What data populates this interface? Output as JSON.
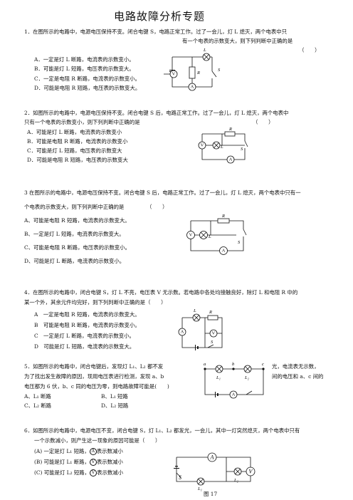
{
  "title": "电路故障分析专题",
  "q1": {
    "line1": "1．在图所示的电路中，电源电压保持不变。闭合电键 S，电路正常工作。过了一会儿，灯 L 熄灭，两个电表中只",
    "line2": "有一个电表的示数变大，则下列判断中正确的是",
    "paren": "（　　）",
    "options": [
      "A．一定是灯 L 断路，电流表的示数变小。",
      "B．可能是灯 L 短路，电压表的示数变大。",
      "C．一定是电阻 R 断路，电流表的示数变小。",
      "D．可能是电阻 R 短路，电压表的示数变大。"
    ]
  },
  "q2": {
    "line1": "2．如图所示的电路中，电源电压保持不变。闭合电键 S 后，电路正常工作。过了一会儿，灯 L 熄灭，两个电表中",
    "line2": "只有一个电表的示数变小，则下列判断中正确的是",
    "paren": "（　　）",
    "options": [
      "A．可能是灯 L 断路，电流表的示数变小",
      "B．可能是电阻 R 断路，电流表的示数变小",
      "C．可能是灯 L 短路，电压表的示数变大",
      "D．可能是电阻 R 短路，电压表的示数变大"
    ]
  },
  "q3": {
    "line1": "3 在图所示的电路中，电源电压保持不变。闭合电键 S 后，电路正常工作。过了一会儿，灯 L 熄灭，两个电表中只有一",
    "line2": "个电表的示数变大，则下列判断中正确的是",
    "paren": "（　　）",
    "options": [
      "A、可能是电阻 R 短路，电流表的示数变大。",
      "B、一定是灯 L 短路，电流表的示数变大。",
      "C、可能是电阻 R 断路，电压表的示数变小。",
      "D、可能是灯 L 断路，电流表的示数变小。"
    ]
  },
  "q4": {
    "line1": "4．在图所示的电路中，闭合电键 S，灯 L 不亮，电压表 V 无示数。若电路中各处均接触良好，除灯 L 和电阻 R 中的",
    "line2": "某一个外，其余元件均完好，则下列判断中正确的是（　　）",
    "options": [
      "A　一定是电阻 R 短路，电流表的示数变大。",
      "B　可能是电阻 R 断路，电流表的示数变小。",
      "C　一定是灯 L 断路，电流表的示数变小。",
      "D　可能是灯 L 短路，电流表的示数变大。"
    ]
  },
  "q5": {
    "line1a": "5．如图所示的电路中，闭合电键后，发现灯 L₁、L₂ 都不发",
    "line1b": "光，电流表无示数，",
    "line2a": "为了找出发生故障的原因，现用电压表进行检测，发现 a、b",
    "line2b": "间的电压和 a、c 间的",
    "line3": "电压都为 6 伏，b、c 同的电压为零，则电路故障可能是(　　)",
    "opt_a": "A、L₁ 断路",
    "opt_b": "B、L₁ 短路",
    "opt_c": "C、L₂ 断路",
    "opt_d": "D、L₂ 短路"
  },
  "q6": {
    "line1": "6．如图所示的电路中，电源电压不变，闭合电键 S，灯 L₁、L₂ 都发光，一会儿，其中一灯突然熄灭，两个电表中只有",
    "line2": "一个示数减小，则产生这一现象的原因可能是（　　）",
    "options": [
      {
        "prefix": "(A) 一定是灯 L₁ 短路，",
        "meter": "A",
        "suffix": "表示数减小"
      },
      {
        "prefix": "(B) 可能是灯 L₁ 断路，",
        "meter": "V",
        "suffix": "表示数减小"
      },
      {
        "prefix": "(C) 可能是灯 L₂ 短路，",
        "meter": "V",
        "suffix": "表示数减小"
      }
    ],
    "figure_caption": "图 17"
  },
  "labels": {
    "ammeter": "A",
    "voltmeter": "V",
    "lamp": "L",
    "resistor": "R",
    "switch": "S",
    "lamp1": "L₁",
    "lamp2": "L₂",
    "node_a": "a",
    "node_b": "b",
    "node_c": "c"
  }
}
